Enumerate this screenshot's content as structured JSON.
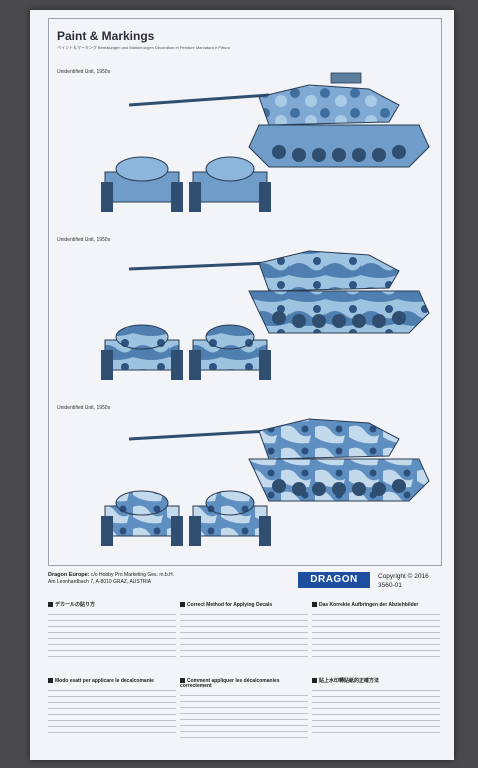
{
  "header": {
    "title": "Paint & Markings",
    "subtitle": "ペイント＆マーキング   Bemalungen und Markierungen   Décoration et Peinture   Marcatura e Pittura"
  },
  "units": [
    {
      "label": "Unidentified Unit, 1950s"
    },
    {
      "label": "Unidentified Unit, 1950s"
    },
    {
      "label": "Unidentified Unit, 1950s"
    }
  ],
  "publisher": {
    "name": "Dragon Europe:",
    "line1": "c/o Hobby Pro Marketing Ges. m.b.H.",
    "line2": "Am Leonhardbach 7, A-8010 GRAZ, AUSTRIA"
  },
  "brand": {
    "name": "DRAGON",
    "copyright": "Copyright © 2016",
    "code": "3560-01"
  },
  "instructions": {
    "jp": {
      "heading": "デカールの貼り方"
    },
    "en": {
      "heading": "Correct Method for Applying Decals"
    },
    "de": {
      "heading": "Das Korrekte Aufbringen der Abziehbilder"
    },
    "it": {
      "heading": "Modo esatt per applicare le decalcomanie"
    },
    "fr": {
      "heading": "Comment appliquer les décalcomanies correctement"
    },
    "zh": {
      "heading": "貼上水印轉貼紙的正確方法"
    }
  },
  "colors": {
    "camo_light": "#9ec3e0",
    "camo_mid": "#6f9cc8",
    "camo_dark": "#3f6f9e",
    "brand_blue": "#1e4ea0"
  }
}
